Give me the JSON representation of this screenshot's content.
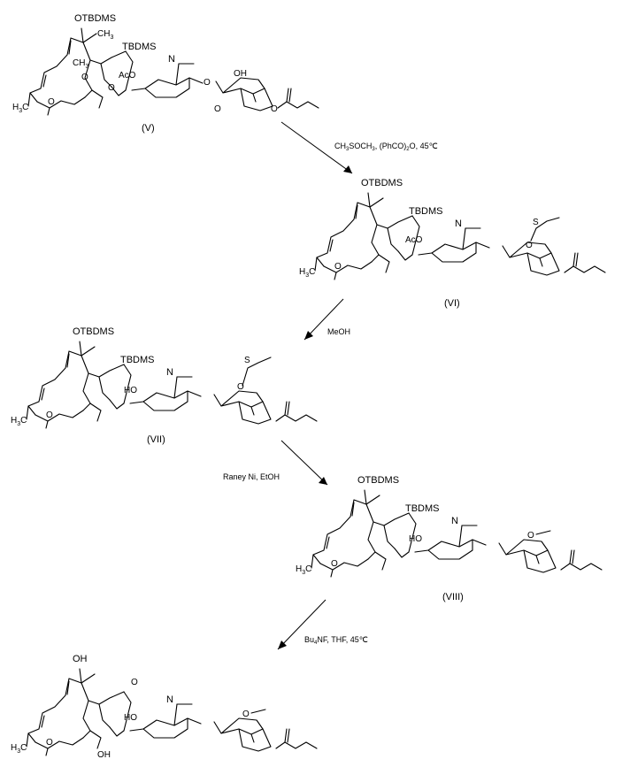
{
  "molecules": [
    {
      "id": "V",
      "label": "(V)",
      "atom_labels": {
        "aglycone_silyl_ether": "OTBDMS",
        "methyl_top": "CH3",
        "methoxy": "OCH3",
        "lactone_carbonyl": "O",
        "ring_methyl": "H3C",
        "ring_oxygen": "O",
        "c_side_chain": "TBDMS",
        "glycoside_oxygen": "O",
        "dimethylamino": "N-CH3 / CH3",
        "sugar1_substituent": "AcO",
        "sugar1_methyl": "CH3",
        "sugar1_link": "O",
        "sugar2_oh": "OH",
        "sugar2_methyl": "CH3",
        "sugar2_ring_o": "O",
        "ester_o": "O",
        "ester_carbonyl": "O"
      }
    },
    {
      "id": "VI",
      "label": "(VI)",
      "atom_labels": {
        "aglycone_silyl_ether": "OTBDMS",
        "c_side_chain": "TBDMS",
        "sugar1_substituent": "AcO",
        "sugar2_substituent": "SCH3 (MTM)"
      }
    },
    {
      "id": "VII",
      "label": "(VII)",
      "atom_labels": {
        "aglycone_silyl_ether": "OTBDMS",
        "c_side_chain": "TBDMS",
        "sugar1_substituent": "HO",
        "sugar2_substituent": "SCH3 (MTM)"
      }
    },
    {
      "id": "VIII",
      "label": "(VIII)",
      "atom_labels": {
        "aglycone_silyl_ether": "OTBDMS",
        "c_side_chain": "TBDMS",
        "sugar1_substituent": "HO",
        "sugar2_substituent": "O-CH3"
      }
    },
    {
      "id": "final",
      "label": "",
      "atom_labels": {
        "aglycone_hydroxyl": "OH",
        "aldehyde": "O",
        "ring_hydroxyl": "OH",
        "sugar1_substituent": "HO",
        "sugar2_substituent": "O-CH3"
      }
    }
  ],
  "reactions": [
    {
      "from": "V",
      "to": "VI",
      "conditions": "CH3SOCH3, (PhCO)2O, 45ºC"
    },
    {
      "from": "VI",
      "to": "VII",
      "conditions": "MeOH"
    },
    {
      "from": "VII",
      "to": "VIII",
      "conditions": "Raney Ni, EtOH"
    },
    {
      "from": "VIII",
      "to": "final",
      "conditions": "Bu4NF, THF, 45ºC"
    }
  ],
  "text": {
    "otbdms": "OTBDMS",
    "tbdms": "TBDMS",
    "oh": "OH",
    "o": "O",
    "aco": "AcO",
    "ho": "HO",
    "n": "N",
    "ch3": "CH",
    "h3c": "H",
    "s": "S",
    "ome_o": "O",
    "label_V": "(V)",
    "label_VI": "(VI)",
    "label_VII": "(VII)",
    "label_VIII": "(VIII)",
    "cond1_a": "CH",
    "cond1_b": "SOCH",
    "cond1_c": ", (PhCO)",
    "cond1_d": "O,  45℃",
    "cond2": "MeOH",
    "cond3": "Raney Ni, EtOH",
    "cond4_a": "Bu",
    "cond4_b": "NF,  THF,  45℃",
    "sub3": "3",
    "sub2": "2",
    "sub4": "4"
  }
}
